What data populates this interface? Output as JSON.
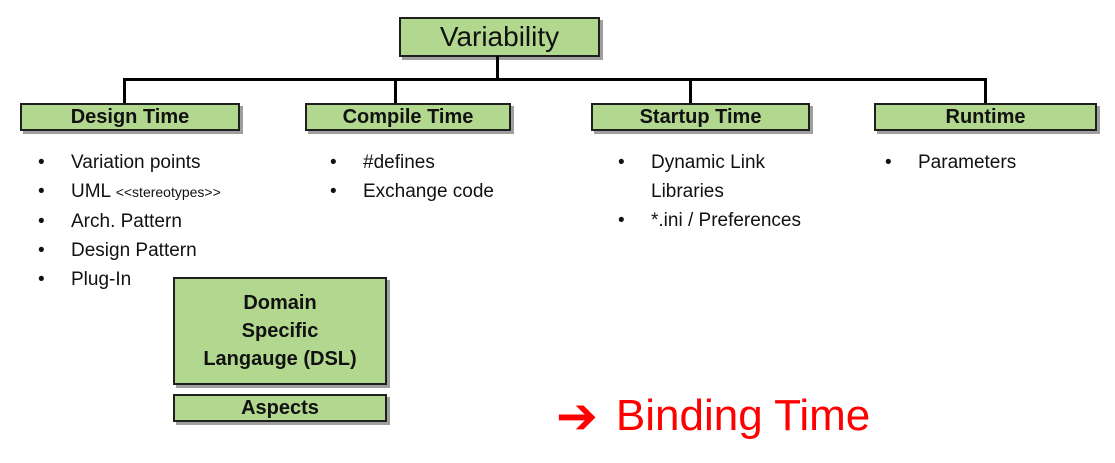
{
  "diagram": {
    "title": "Variability",
    "branches": [
      {
        "header": "Design Time",
        "items": [
          {
            "text": "Variation points"
          },
          {
            "text": "UML",
            "suffix": "<<stereotypes>>"
          },
          {
            "text": "Arch. Pattern"
          },
          {
            "text": "Design Pattern"
          },
          {
            "text": "Plug-In"
          }
        ]
      },
      {
        "header": "Compile Time",
        "items": [
          {
            "text": "#defines"
          },
          {
            "text": "Exchange code"
          }
        ]
      },
      {
        "header": "Startup Time",
        "items": [
          {
            "text": "Dynamic Link Libraries"
          },
          {
            "text": "*.ini / Preferences"
          }
        ]
      },
      {
        "header": "Runtime",
        "items": [
          {
            "text": "Parameters"
          }
        ]
      }
    ],
    "dsl_box": {
      "label": "Domain\nSpecific\nLangauge (DSL)"
    },
    "aspects_box": {
      "label": "Aspects"
    },
    "annotation": {
      "arrow": "➔",
      "label": "Binding Time",
      "color": "#ff0000"
    },
    "colors": {
      "box_fill": "#b2d78e",
      "box_border": "#1f1f1f",
      "shadow": "#9f9f9f",
      "connector": "#000000"
    }
  }
}
